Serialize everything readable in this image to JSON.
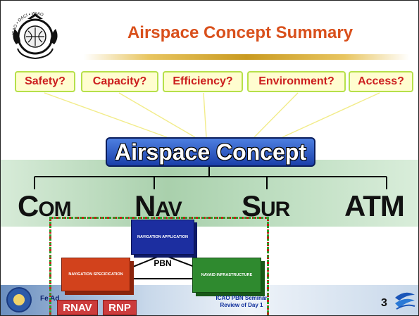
{
  "slide": {
    "title": "Airspace Concept Summary",
    "goals": [
      "Safety?",
      "Capacity?",
      "Efficiency?",
      "Environment?",
      "Access?"
    ],
    "concept_label": "Airspace Concept",
    "pillars": [
      {
        "big": "C",
        "small": "OM"
      },
      {
        "big": "N",
        "small": "AV"
      },
      {
        "big": "S",
        "small": "UR"
      },
      {
        "big": "ATM",
        "small": ""
      }
    ],
    "pbn": {
      "center_label": "PBN",
      "navigation_application": "NAVIGATION APPLICATION",
      "navigation_specification": "NAVIGATION SPECIFICATION",
      "navaid_infrastructure": "NAVAID INFRASTRUCTURE",
      "chips": [
        "RNAV",
        "RNP"
      ]
    },
    "footer": {
      "faa_text": "Fe Ad",
      "seminar_line1": "ICAO PBN Seminar",
      "seminar_line2": "Review of Day 1",
      "page_number": "3"
    },
    "logo_ring_text": "ICAO • OACI • ИКАО",
    "colors": {
      "title": "#d9501c",
      "goal_text": "#cc1e1e",
      "goal_border": "#b6e04a",
      "concept_fill": "#1a3faa",
      "band": "#a9d0ac",
      "nav_application": "#1c2ea0",
      "nav_specification": "#d2421c",
      "navaid": "#2f8a2f"
    },
    "icons": [
      "icao-logo",
      "faa-seal-icon",
      "icao-mark-icon"
    ]
  }
}
